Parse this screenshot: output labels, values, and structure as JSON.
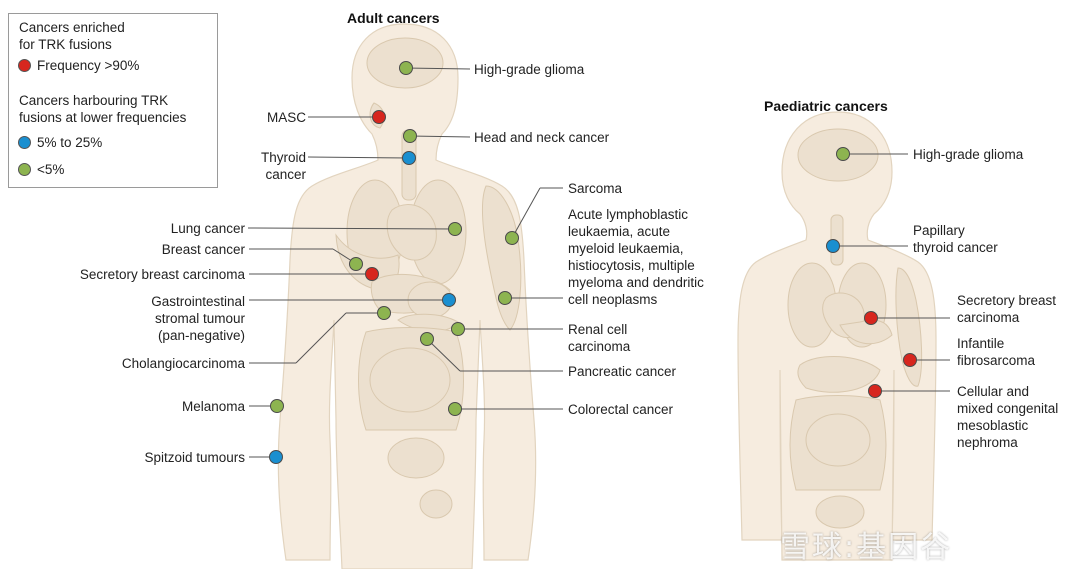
{
  "legend": {
    "enriched_heading": "Cancers enriched\nfor TRK fusions",
    "high_label": "Frequency >90%",
    "lower_heading": "Cancers harbouring TRK\nfusions at lower frequencies",
    "mid_label": "5% to 25%",
    "low_label": "<5%"
  },
  "colors": {
    "high": "#d7261e",
    "mid": "#1a8fd0",
    "low": "#8db450",
    "body": "#f6ecdf",
    "organ": "#ece0cf"
  },
  "adult": {
    "title": "Adult cancers",
    "labels": {
      "hgg": "High-grade glioma",
      "masc": "MASC",
      "head_neck": "Head and neck cancer",
      "thyroid": "Thyroid\ncancer",
      "lung": "Lung cancer",
      "breast": "Breast cancer",
      "secretory_breast": "Secretory breast carcinoma",
      "gist": "Gastrointestinal\nstromal tumour\n(pan-negative)",
      "cholangio": "Cholangiocarcinoma",
      "melanoma": "Melanoma",
      "spitzoid": "Spitzoid tumours",
      "sarcoma": "Sarcoma",
      "leukaemia": "Acute lymphoblastic\nleukaemia, acute\nmyeloid leukaemia,\nhistiocytosis, multiple\nmyeloma and dendritic\ncell neoplasms",
      "renal": "Renal cell\ncarcinoma",
      "pancreatic": "Pancreatic cancer",
      "colorectal": "Colorectal cancer"
    }
  },
  "paediatric": {
    "title": "Paediatric cancers",
    "labels": {
      "hgg": "High-grade glioma",
      "papillary": "Papillary\nthyroid cancer",
      "secretory_breast": "Secretory breast\ncarcinoma",
      "infantile": "Infantile\nfibrosarcoma",
      "nephroma": "Cellular and\nmixed congenital\nmesoblastic\nnephroma"
    }
  },
  "watermark": "雪球:基因谷"
}
